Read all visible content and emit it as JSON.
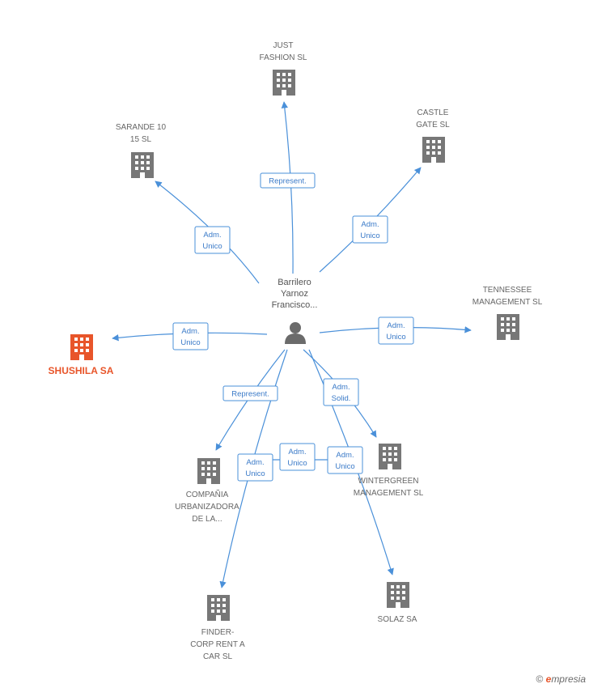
{
  "center": {
    "label_lines": [
      "Barrilero",
      "Yarnoz",
      "Francisco..."
    ]
  },
  "companies": [
    {
      "id": "just-fashion",
      "label_lines": [
        "JUST",
        "FASHION SL"
      ],
      "color": "#777777"
    },
    {
      "id": "sarande",
      "label_lines": [
        "SARANDE 10",
        "15 SL"
      ],
      "color": "#777777"
    },
    {
      "id": "castle-gate",
      "label_lines": [
        "CASTLE",
        "GATE  SL"
      ],
      "color": "#777777"
    },
    {
      "id": "tennessee",
      "label_lines": [
        "TENNESSEE",
        "MANAGEMENT SL"
      ],
      "color": "#777777"
    },
    {
      "id": "shushila",
      "label_lines": [
        "SHUSHILA SA"
      ],
      "color": "#e8552a",
      "highlight": true
    },
    {
      "id": "compania",
      "label_lines": [
        "COMPAÑIA",
        "URBANIZADORA",
        "DE LA..."
      ],
      "color": "#777777"
    },
    {
      "id": "wintergreen",
      "label_lines": [
        "WINTERGREEN",
        "MANAGEMENT SL"
      ],
      "color": "#777777"
    },
    {
      "id": "solaz",
      "label_lines": [
        "SOLAZ SA"
      ],
      "color": "#777777"
    },
    {
      "id": "finder-corp",
      "label_lines": [
        "FINDER-",
        "CORP RENT A",
        "CAR SL"
      ],
      "color": "#777777"
    }
  ],
  "edges": [
    {
      "to": "just-fashion",
      "label_lines": [
        "Represent."
      ]
    },
    {
      "to": "sarande",
      "label_lines": [
        "Adm.",
        "Unico"
      ]
    },
    {
      "to": "castle-gate",
      "label_lines": [
        "Adm.",
        "Unico"
      ]
    },
    {
      "to": "tennessee",
      "label_lines": [
        "Adm.",
        "Unico"
      ]
    },
    {
      "to": "shushila",
      "label_lines": [
        "Adm.",
        "Unico"
      ]
    },
    {
      "to": "compania",
      "label_lines": [
        "Represent."
      ]
    },
    {
      "to": "wintergreen",
      "label_lines": [
        "Adm.",
        "Solid."
      ]
    },
    {
      "to": "solaz",
      "label_lines": [
        "Adm.",
        "Unico"
      ]
    },
    {
      "to": "finder-corp",
      "label_lines": [
        "Adm.",
        "Unico"
      ]
    },
    {
      "to": "compania",
      "label_lines": [
        "Adm.",
        "Unico"
      ]
    }
  ],
  "footer": {
    "copyright": "©",
    "brand_initial": "e",
    "brand_rest": "mpresia"
  },
  "colors": {
    "edge": "#4a90d9",
    "building": "#777777",
    "highlight": "#e8552a"
  }
}
